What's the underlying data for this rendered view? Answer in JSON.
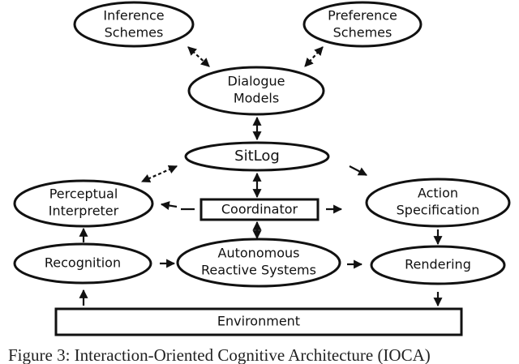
{
  "nodes": {
    "inference_schemes": [
      "Inference",
      "Schemes"
    ],
    "preference_schemes": [
      "Preference",
      "Schemes"
    ],
    "dialogue_models": [
      "Dialogue",
      "Models"
    ],
    "sitlog": [
      "SitLog"
    ],
    "perceptual_interpreter": [
      "Perceptual",
      "Interpreter"
    ],
    "coordinator": [
      "Coordinator"
    ],
    "action_specification": [
      "Action",
      "Specification"
    ],
    "recognition": [
      "Recognition"
    ],
    "autonomous_reactive_systems": [
      "Autonomous",
      "Reactive Systems"
    ],
    "rendering": [
      "Rendering"
    ],
    "environment": [
      "Environment"
    ]
  },
  "caption": "Figure 3: Interaction-Oriented Cognitive Architecture (IOCA)",
  "colors": {
    "stroke": "#111111",
    "background": "#ffffff"
  }
}
